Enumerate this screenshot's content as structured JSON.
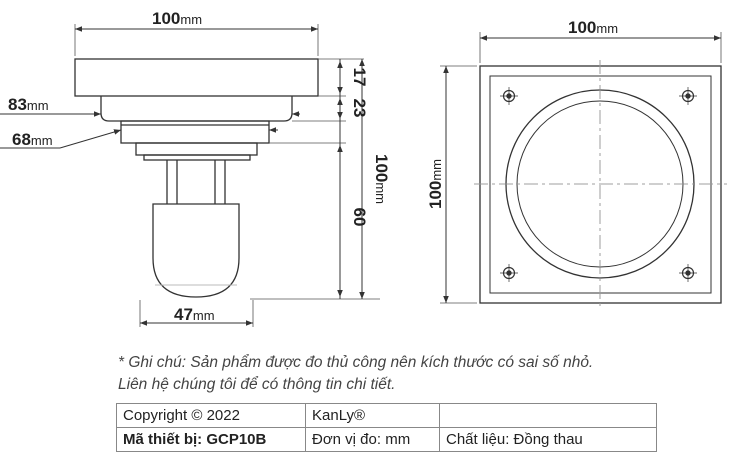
{
  "drawing": {
    "side_view": {
      "top_width": {
        "value": "100",
        "unit": "mm"
      },
      "flange_width": {
        "value": "83",
        "unit": "mm"
      },
      "body_width": {
        "value": "68",
        "unit": "mm"
      },
      "trap_width": {
        "value": "47",
        "unit": "mm"
      },
      "height_segments": [
        "17",
        "23",
        "60"
      ],
      "total_height": {
        "value": "100",
        "unit": "mm"
      }
    },
    "top_view": {
      "width": {
        "value": "100",
        "unit": "mm"
      },
      "height": {
        "value": "100",
        "unit": "mm"
      }
    }
  },
  "note": {
    "line1": "* Ghi chú: Sản phẩm được đo thủ công nên kích thước có sai số nhỏ.",
    "line2": "Liên hệ chúng tôi để có thông tin chi tiết."
  },
  "info_table": {
    "copyright": "Copyright © 2022",
    "brand": "KanLy®",
    "model": "Mã thiết bị: GCP10B",
    "unit": "Đơn vị đo: mm",
    "material": "Chất liệu: Đồng thau"
  }
}
